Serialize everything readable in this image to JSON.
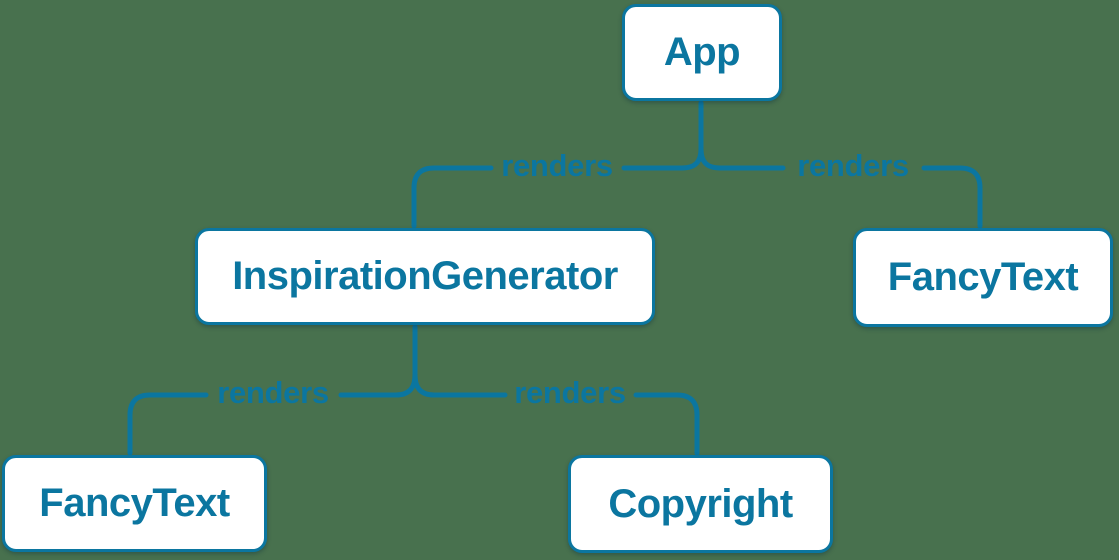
{
  "theme": {
    "background": "#48714e",
    "accent": "#0b76a0",
    "node_fill": "#ffffff"
  },
  "diagram": {
    "type": "render-tree",
    "nodes": [
      {
        "id": "app",
        "label": "App"
      },
      {
        "id": "inspiration-generator",
        "label": "InspirationGenerator"
      },
      {
        "id": "fancy-text-top",
        "label": "FancyText"
      },
      {
        "id": "fancy-text-bottom",
        "label": "FancyText"
      },
      {
        "id": "copyright",
        "label": "Copyright"
      }
    ],
    "edges": [
      {
        "from": "App",
        "to": "InspirationGenerator",
        "label": "renders"
      },
      {
        "from": "App",
        "to": "FancyText",
        "label": "renders"
      },
      {
        "from": "InspirationGenerator",
        "to": "FancyText",
        "label": "renders"
      },
      {
        "from": "InspirationGenerator",
        "to": "Copyright",
        "label": "renders"
      }
    ]
  }
}
